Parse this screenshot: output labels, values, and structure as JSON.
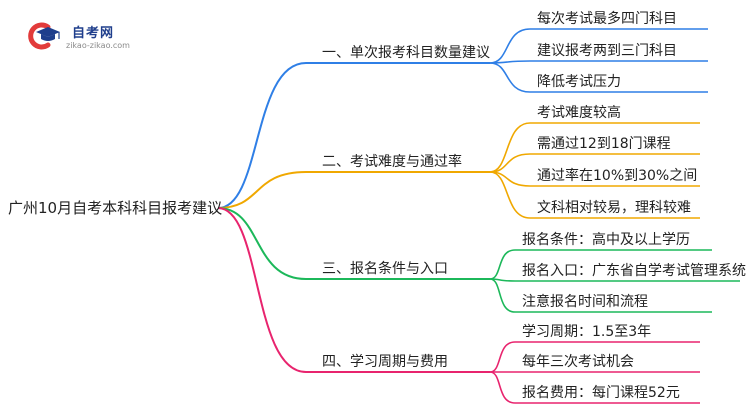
{
  "logo": {
    "name": "自考网",
    "domain": "zikao-zikao.com",
    "icon": "graduation-cap-c-logo"
  },
  "root": {
    "label": "广州10月自考本科科目报考建议"
  },
  "branches": [
    {
      "label": "一、单次报考科目数量建议",
      "color": "#2f7fe6",
      "children": [
        "每次考试最多四门科目",
        "建议报考两到三门科目",
        "降低考试压力"
      ]
    },
    {
      "label": "二、考试难度与通过率",
      "color": "#f0a800",
      "children": [
        "考试难度较高",
        "需通过12到18门课程",
        "通过率在10%到30%之间",
        "文科相对较易，理科较难"
      ]
    },
    {
      "label": "三、报名条件与入口",
      "color": "#1cb85a",
      "children": [
        "报名条件：高中及以上学历",
        "报名入口：广东省自学考试管理系统",
        "注意报名时间和流程"
      ]
    },
    {
      "label": "四、学习周期与费用",
      "color": "#e8246e",
      "children": [
        "学习周期：1.5至3年",
        "每年三次考试机会",
        "报名费用：每门课程52元"
      ]
    }
  ]
}
